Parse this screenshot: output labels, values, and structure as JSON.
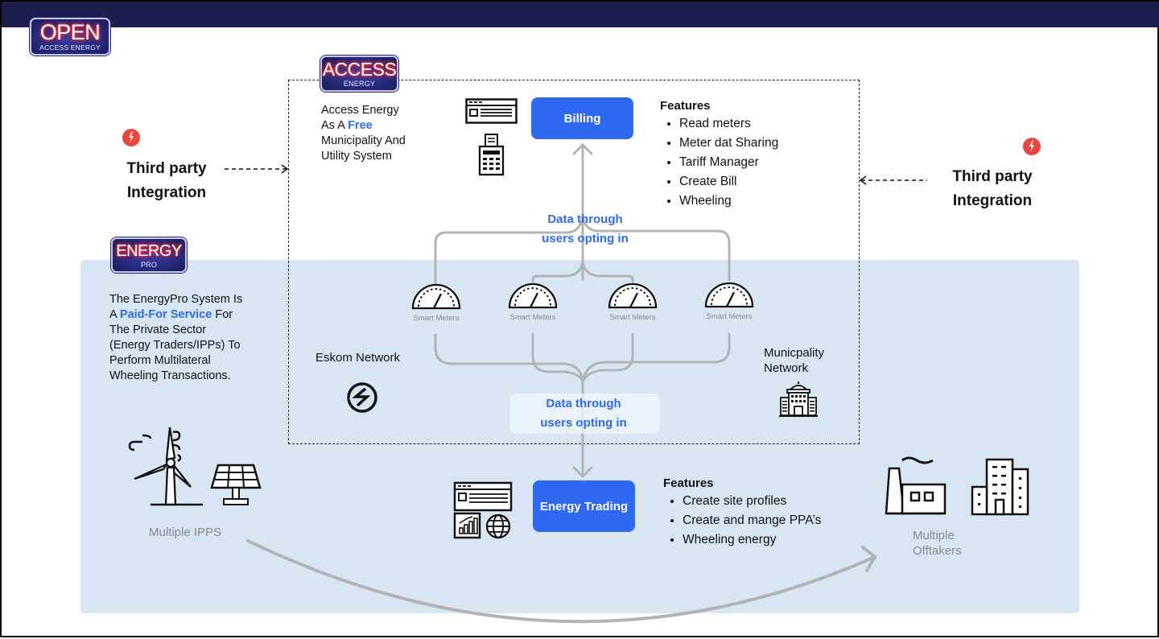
{
  "header": {
    "logo_open": {
      "big": "OPEN",
      "small": "ACCESS ENERGY"
    }
  },
  "access_energy": {
    "logo": {
      "big": "ACCESS",
      "small": "ENERGY"
    },
    "desc_line1": "Access Energy",
    "desc_line2_prefix": "As A ",
    "desc_line2_highlight": "Free",
    "desc_line3": "Municipality And",
    "desc_line4": "Utility System",
    "billing_button": "Billing",
    "features": {
      "title": "Features",
      "items": [
        "Read meters",
        "Meter dat Sharing",
        "Tariff Manager",
        "Create Bill",
        "Wheeling"
      ]
    }
  },
  "third_party_left": {
    "line1": "Third party",
    "line2": "Integration",
    "icon": "lightning-icon"
  },
  "third_party_right": {
    "line1": "Third party",
    "line2": "Integration",
    "icon": "lightning-icon"
  },
  "flow_top": {
    "line1": "Data through",
    "line2": "users opting in"
  },
  "flow_bottom": {
    "line1": "Data through",
    "line2": "users opting in"
  },
  "meters": [
    {
      "label": "Smart Meters"
    },
    {
      "label": "Smart Meters"
    },
    {
      "label": "Smart Meters"
    },
    {
      "label": "Smart Meters"
    }
  ],
  "networks": {
    "eskom": "Eskom Network",
    "municipality_line1": "Municpality",
    "municipality_line2": "Network"
  },
  "energy_pro": {
    "logo": {
      "big": "ENERGY",
      "small": "PRO"
    },
    "desc_line1": "The EnergyPro System Is",
    "desc_line2_prefix": "A ",
    "desc_line2_highlight": "Paid-For Service",
    "desc_line2_suffix": " For",
    "desc_line3": "The Private Sector",
    "desc_line4": "(Energy Traders/IPPs) To",
    "desc_line5": "Perform Multilateral",
    "desc_line6": "Wheeling Transactions.",
    "trading_button": "Energy Trading",
    "features": {
      "title": "Features",
      "items": [
        "Create site profiles",
        "Create and mange PPA’s",
        "Wheeling energy"
      ]
    }
  },
  "ipps_label": "Multiple IPPS",
  "offtakers": {
    "line1": "Multiple",
    "line2": "Offtakers"
  },
  "colors": {
    "header_bg": "#1c1f4d",
    "panel_bg": "#d8e5f2",
    "accent_blue": "#2f69f2",
    "highlight_text": "#2f6bef",
    "lightning_red": "#e9473c",
    "connector_gray": "#b3b3b3"
  }
}
